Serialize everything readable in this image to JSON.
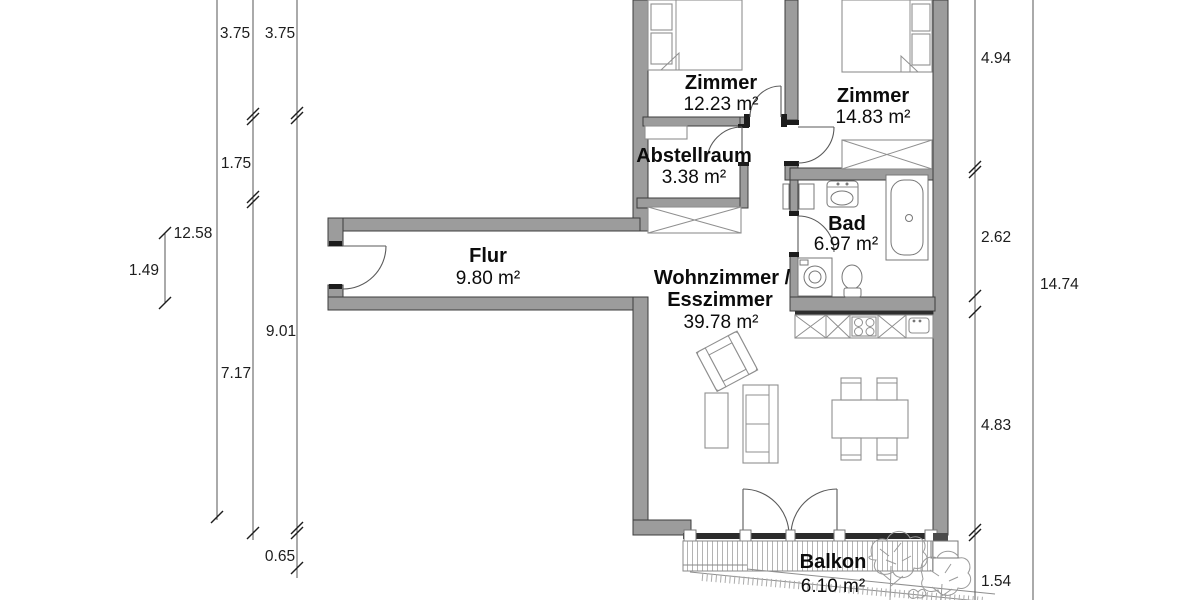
{
  "rooms": {
    "zimmer1": {
      "name": "Zimmer",
      "area": "12.23 m²"
    },
    "zimmer2": {
      "name": "Zimmer",
      "area": "14.83 m²"
    },
    "abstellraum": {
      "name": "Abstellraum",
      "area": "3.38 m²"
    },
    "flur": {
      "name": "Flur",
      "area": "9.80 m²"
    },
    "bad": {
      "name": "Bad",
      "area": "6.97 m²"
    },
    "wohnzimmer": {
      "name_line1": "Wohnzimmer /",
      "name_line2": "Esszimmer",
      "area": "39.78 m²"
    },
    "balkon": {
      "name": "Balkon",
      "area": "6.10 m²"
    }
  },
  "dimensions": {
    "left": {
      "d1": "3.75",
      "d2": "3.75",
      "d3": "1.75",
      "d4": "12.58",
      "d5": "1.49",
      "d6": "9.01",
      "d7": "7.17",
      "d8": "0.65"
    },
    "right": {
      "d1": "4.94",
      "d2": "2.62",
      "d3": "14.74",
      "d4": "4.83",
      "d5": "1.54"
    }
  },
  "colors": {
    "wall": "#9c9c9c",
    "glazing": "#2b2b2b",
    "counter_edge": "#2e2e2e"
  }
}
